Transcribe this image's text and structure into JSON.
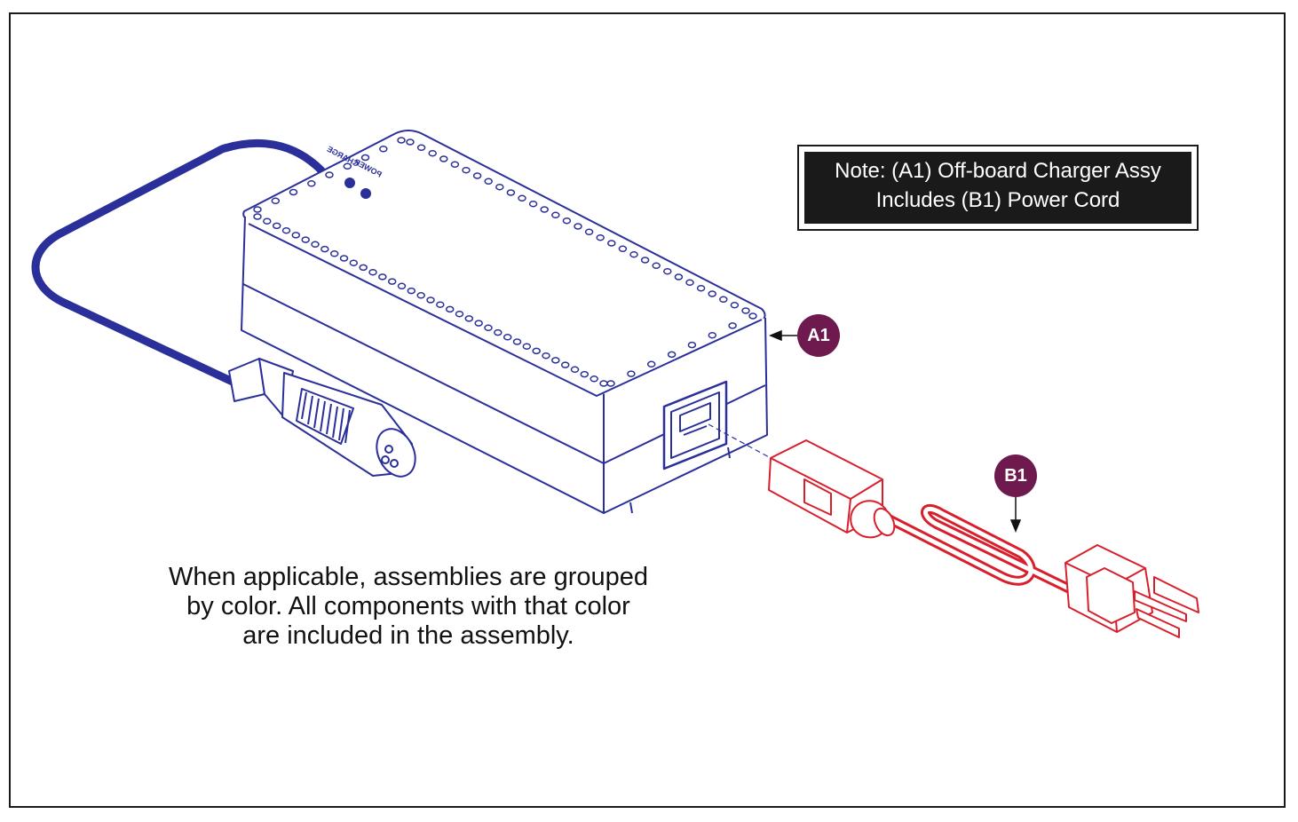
{
  "note": {
    "line1": "Note: (A1) Off-board Charger Assy",
    "line2": "Includes (B1) Power Cord"
  },
  "caption": {
    "line1": "When applicable, assemblies are grouped",
    "line2": "by color. All components with that color",
    "line3": "are included in the assembly."
  },
  "charger": {
    "label_charge": "CHARGE",
    "label_power": "POWER"
  },
  "callouts": {
    "a1": "A1",
    "b1": "B1"
  },
  "colors": {
    "charger_assembly": "#2a2f9a",
    "power_cord": "#d8202c",
    "callout": "#6e1a4e",
    "note_background": "#1a1a1a"
  }
}
